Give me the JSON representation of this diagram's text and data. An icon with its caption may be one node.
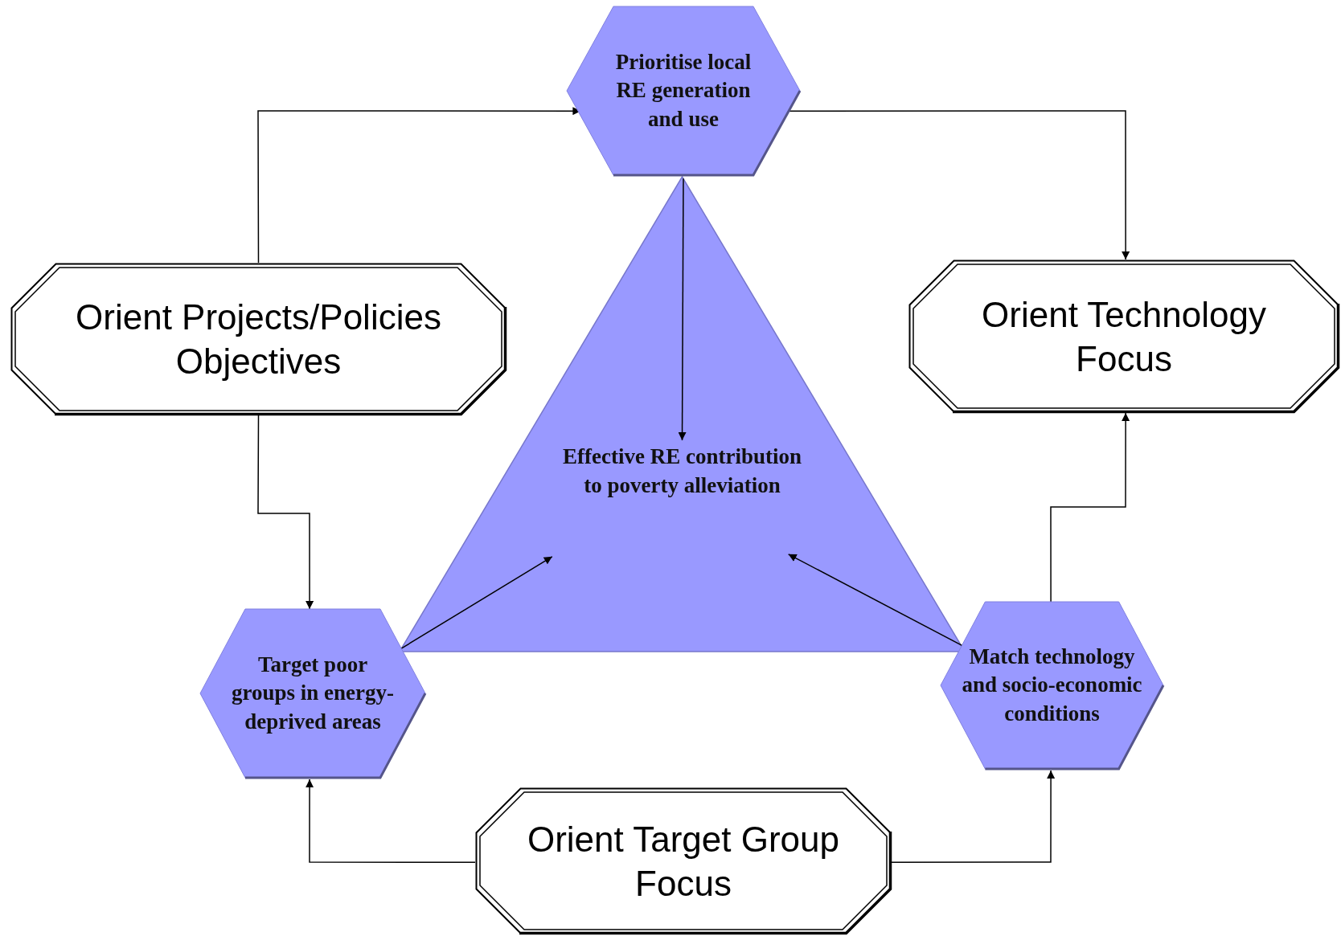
{
  "diagram": {
    "nodes": [
      {
        "text": [
          "Prioritise local RE generation and use"
        ]
      },
      {
        "text": [
          "Orient Projects/Policies Objectives"
        ]
      },
      {
        "text": [
          "Orient Technology Focus"
        ]
      },
      {
        "text": [
          "Effective RE contribution to poverty alleviation"
        ]
      },
      {
        "text": [
          "Target poor groups in energy-deprived areas"
        ]
      },
      {
        "text": [
          "Match technology and socio-economic conditions"
        ]
      },
      {
        "text": [
          "Orient Target Group Focus"
        ]
      }
    ],
    "edges": [
      {
        "from": 1,
        "to": 0,
        "arrow": "to"
      },
      {
        "from": 0,
        "to": 2,
        "arrow": "to"
      },
      {
        "from": 0,
        "to": 3,
        "arrow": "to"
      },
      {
        "from": 1,
        "to": 4,
        "arrow": "to"
      },
      {
        "from": 4,
        "to": 3,
        "arrow": "to"
      },
      {
        "from": 5,
        "to": 3,
        "arrow": "to"
      },
      {
        "from": 5,
        "to": 2,
        "arrow": "to"
      },
      {
        "from": 6,
        "to": 4,
        "arrow": "to"
      },
      {
        "from": 6,
        "to": 5,
        "arrow": "to"
      }
    ]
  }
}
